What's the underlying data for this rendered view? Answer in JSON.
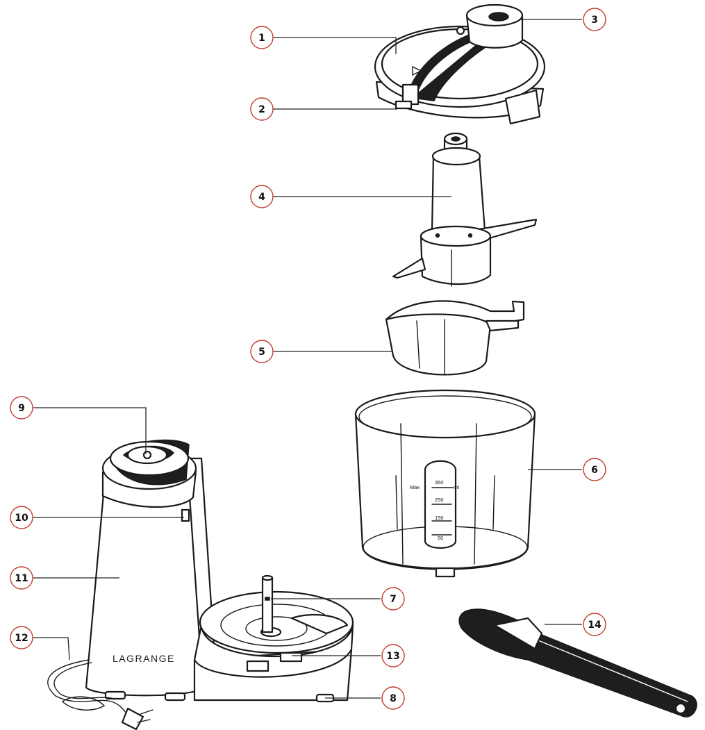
{
  "callouts": [
    {
      "label": "1"
    },
    {
      "label": "2"
    },
    {
      "label": "3"
    },
    {
      "label": "4"
    },
    {
      "label": "5"
    },
    {
      "label": "6"
    },
    {
      "label": "7"
    },
    {
      "label": "8"
    },
    {
      "label": "9"
    },
    {
      "label": "10"
    },
    {
      "label": "11"
    },
    {
      "label": "12"
    },
    {
      "label": "13"
    },
    {
      "label": "14"
    }
  ],
  "bowl_scale": {
    "max_label": "Max",
    "unit": "ml",
    "marks": [
      "350",
      "250",
      "150",
      "50"
    ]
  },
  "brand": "LAGRANGE",
  "colors": {
    "callout_ring": "#c0392b",
    "line": "#1a1a1a",
    "dark_part": "#1e1e1e"
  }
}
